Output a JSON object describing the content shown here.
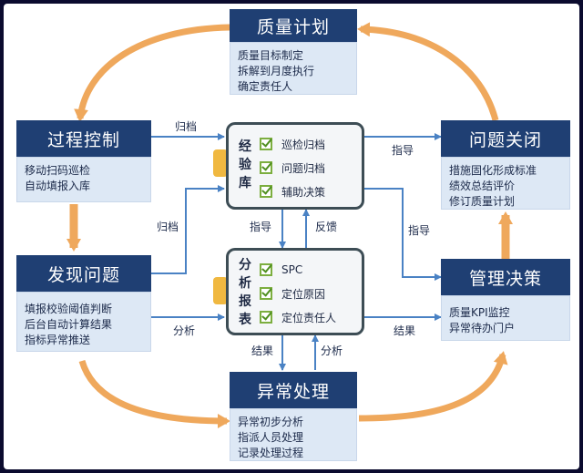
{
  "nodes": {
    "quality_plan": {
      "title": "质量计划",
      "lines": [
        "质量目标制定",
        "拆解到月度执行",
        "确定责任人"
      ]
    },
    "process_control": {
      "title": "过程控制",
      "lines": [
        "移动扫码巡检",
        "自动填报入库"
      ]
    },
    "issue_close": {
      "title": "问题关闭",
      "lines": [
        "措施固化形成标准",
        "绩效总结评价",
        "修订质量计划"
      ]
    },
    "find_issue": {
      "title": "发现问题",
      "lines": [
        "填报校验阈值判断",
        "后台自动计算结果",
        "指标异常推送"
      ]
    },
    "mgmt_decision": {
      "title": "管理决策",
      "lines": [
        "质量KPI监控",
        "异常待办门户"
      ]
    },
    "exception": {
      "title": "异常处理",
      "lines": [
        "异常初步分析",
        "指派人员处理",
        "记录处理过程"
      ]
    }
  },
  "experience_lib": {
    "title_chars": [
      "经",
      "验",
      "库"
    ],
    "items": [
      "巡检归档",
      "问题归档",
      "辅助决策"
    ]
  },
  "analysis_report": {
    "title_chars": [
      "分",
      "析",
      "报",
      "表"
    ],
    "items": [
      "SPC",
      "定位原因",
      "定位责任人"
    ]
  },
  "arrow_labels": {
    "archive_top": "归档",
    "archive_mid": "归档",
    "analyze_left": "分析",
    "guide_right_top": "指导",
    "guide_right_mid": "指导",
    "result_right": "结果",
    "guide_center": "指导",
    "feedback_center": "反馈",
    "result_bottom": "结果",
    "analyze_bottom": "分析"
  }
}
